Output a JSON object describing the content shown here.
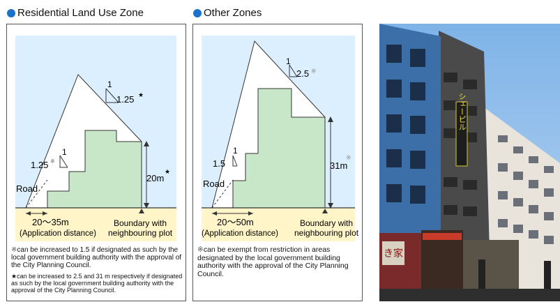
{
  "left": {
    "title": "Residential Land Use Zone",
    "slope_top": "1.25",
    "slope_top_mark": "★",
    "slope_top_one": "1",
    "slope_road": "1.25",
    "slope_road_mark": "※",
    "slope_road_one": "1",
    "height": "20m",
    "height_mark": "★",
    "road": "Road",
    "distance": "20～35m",
    "distance_note": "(Application distance)",
    "boundary_line1": "Boundary with",
    "boundary_line2": "neighbouring plot",
    "note1_mark": "※",
    "note1": "can be increased to 1.5 if designated as such by the local government building authority with the approval of the City Planning Council.",
    "note2_mark": "★",
    "note2": "can be increased to 2.5 and 31 m respectively if designated as such by the local government building authority with the approval of the City Planning Council."
  },
  "right": {
    "title": "Other Zones",
    "slope_top": "2.5",
    "slope_top_mark": "※",
    "slope_top_one": "1",
    "slope_road": "1.5",
    "slope_road_one": "1",
    "height": "31m",
    "height_mark": "※",
    "road": "Road",
    "distance": "20～50m",
    "distance_note": "(Application distance)",
    "boundary_line1": "Boundary with",
    "boundary_line2": "neighbouring plot",
    "note1_mark": "※",
    "note1": "can be exempt from restriction in areas designated by the local government building authority with the approval of the City Planning Council."
  },
  "photo": {
    "sign_text": "シェーピル",
    "banner_text": "き家"
  },
  "colors": {
    "sky": "#dcefff",
    "ground": "#fff5c8",
    "building": "#c8e6c8",
    "building_edge": "#333333",
    "bullet": "#1a73c8"
  }
}
